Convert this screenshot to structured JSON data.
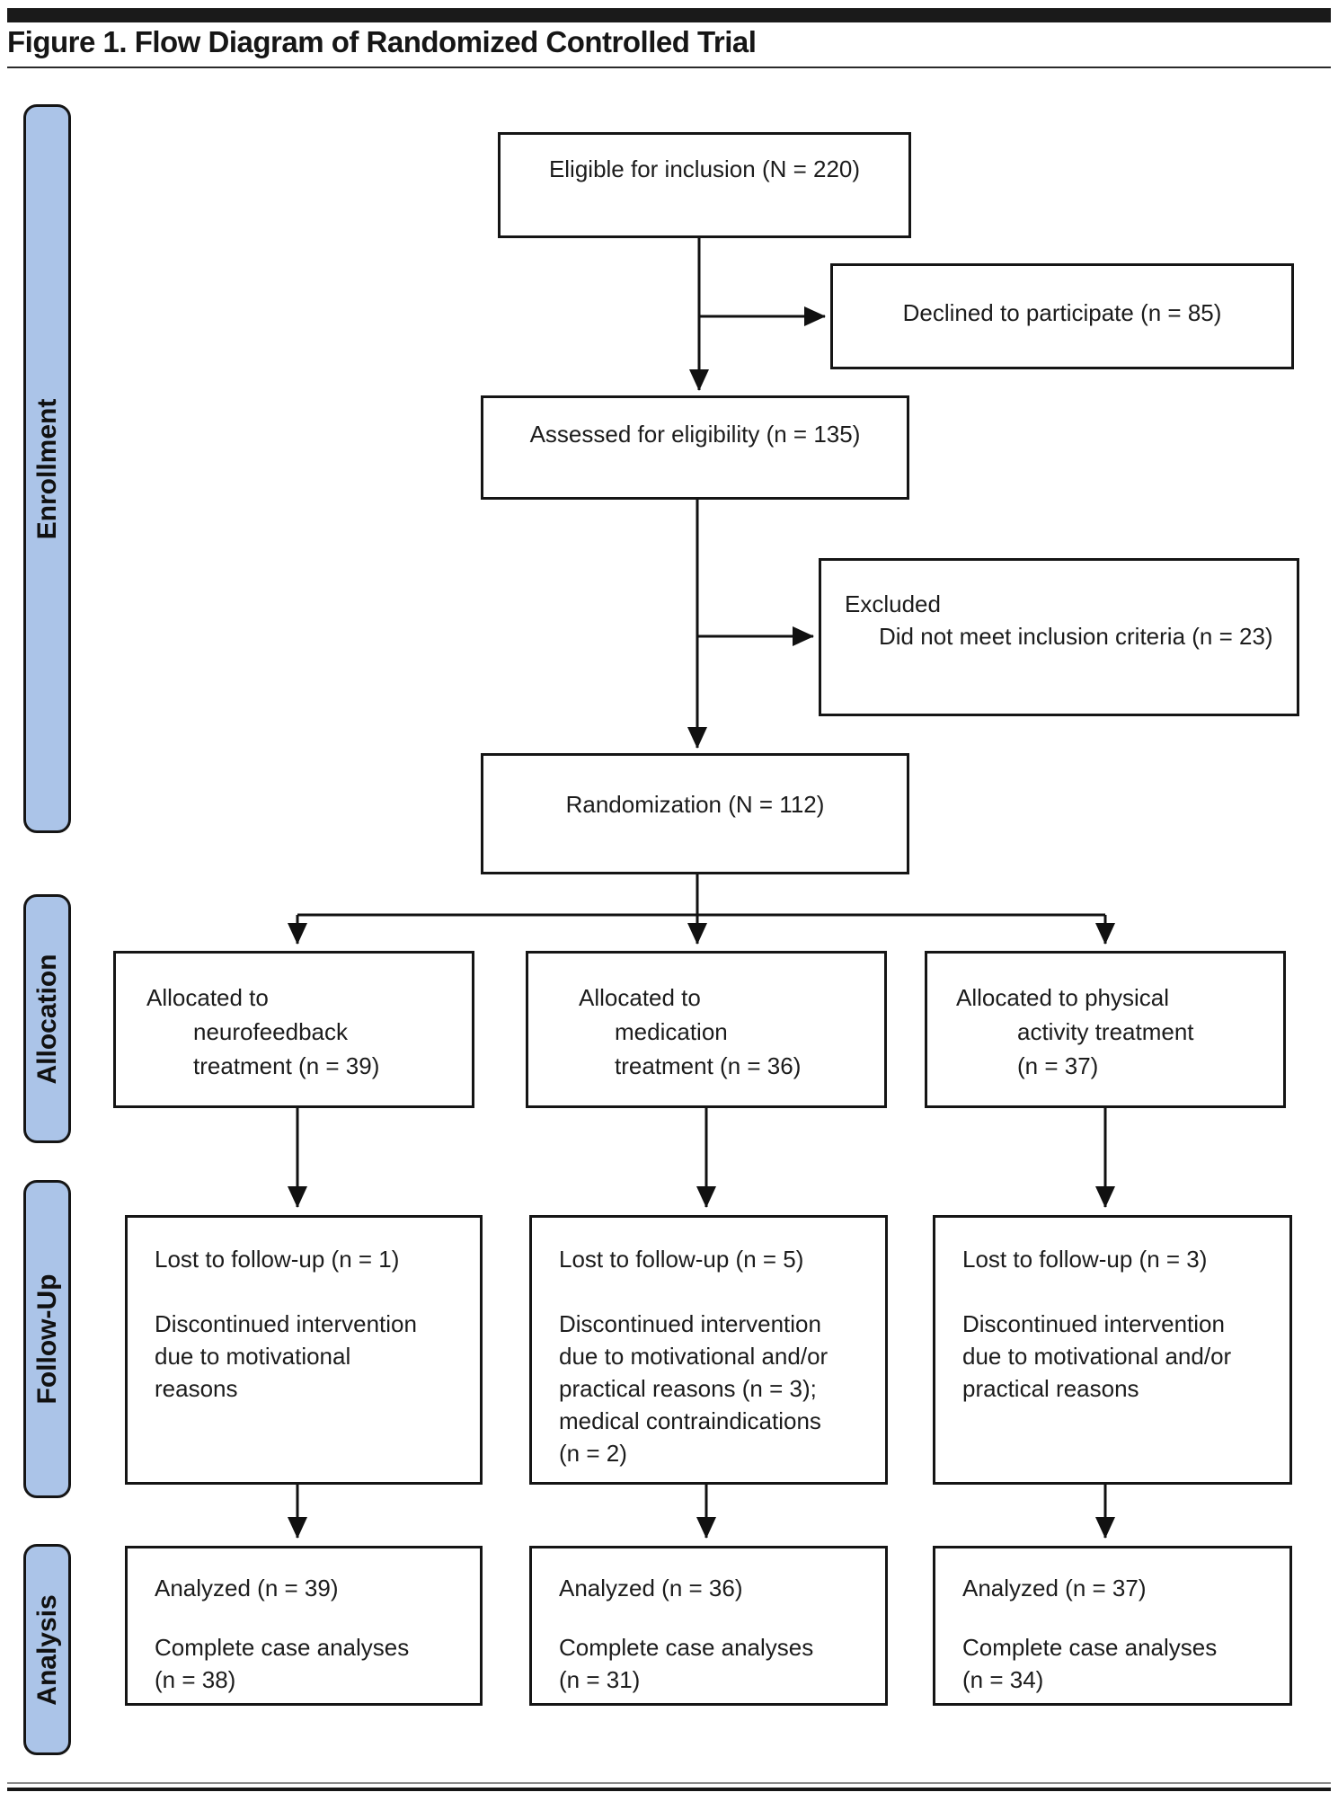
{
  "colors": {
    "section_pill_fill": "#abc4e8",
    "line_color": "#111111"
  },
  "header": {
    "title": "Figure 1. Flow Diagram of Randomized Controlled Trial"
  },
  "sections": {
    "enrollment": "Enrollment",
    "allocation": "Allocation",
    "follow_up": "Follow-Up",
    "analysis": "Analysis"
  },
  "enrollment": {
    "eligible": "Eligible for inclusion (N = 220)",
    "declined": "Declined to participate (n = 85)",
    "assessed": "Assessed for eligibility (n = 135)",
    "excluded_title": "Excluded",
    "excluded_reason": "Did not meet inclusion criteria (n = 23)",
    "randomization": "Randomization (N = 112)"
  },
  "allocation": {
    "neurofeedback": {
      "l1": "Allocated to",
      "l2": "neurofeedback",
      "l3": "treatment (n = 39)"
    },
    "medication": {
      "l1": "Allocated to",
      "l2": "medication",
      "l3": "treatment (n = 36)"
    },
    "physical_activity": {
      "l1": "Allocated to physical",
      "l2": "activity treatment",
      "l3": "(n = 37)"
    }
  },
  "follow_up": {
    "neurofeedback": {
      "lost": "Lost to follow-up (n = 1)",
      "discontinued": "Discontinued intervention\ndue to motivational\nreasons"
    },
    "medication": {
      "lost": "Lost to follow-up (n = 5)",
      "discontinued": "Discontinued intervention\ndue to motivational and/or\npractical reasons (n = 3);\nmedical contraindications\n(n = 2)"
    },
    "physical_activity": {
      "lost": "Lost to follow-up (n = 3)",
      "discontinued": "Discontinued intervention\ndue to motivational and/or\npractical reasons"
    }
  },
  "analysis": {
    "neurofeedback": {
      "analyzed": "Analyzed (n = 39)",
      "complete": "Complete case analyses\n(n = 38)"
    },
    "medication": {
      "analyzed": "Analyzed (n = 36)",
      "complete": "Complete case analyses\n(n = 31)"
    },
    "physical_activity": {
      "analyzed": "Analyzed (n = 37)",
      "complete": "Complete case analyses\n(n = 34)"
    }
  }
}
